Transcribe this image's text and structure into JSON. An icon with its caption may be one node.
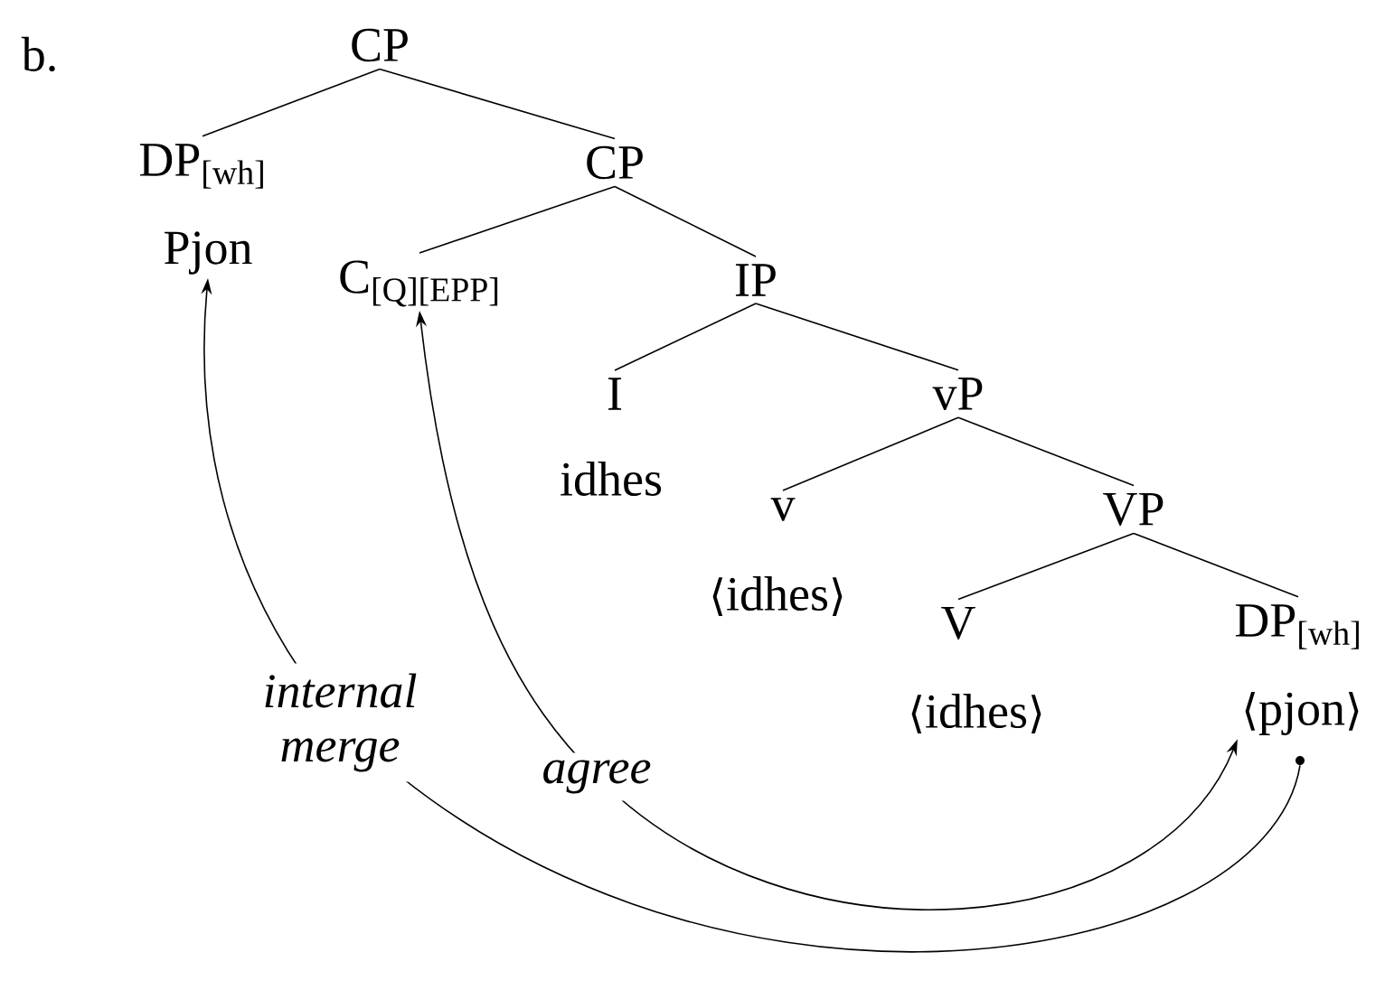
{
  "diagram": {
    "nodes": [
      {
        "text": [
          "CP"
        ]
      },
      {
        "text": [
          "DP$_{[wh]}$"
        ]
      },
      {
        "text": [
          "Pjon"
        ]
      },
      {
        "text": [
          "CP"
        ]
      },
      {
        "text": [
          "C$_{[Q][EPP]}$"
        ]
      },
      {
        "text": [
          "IP"
        ]
      },
      {
        "text": [
          "I"
        ]
      },
      {
        "text": [
          "idhes"
        ]
      },
      {
        "text": [
          "vP"
        ]
      },
      {
        "text": [
          "v"
        ]
      },
      {
        "text": [
          "⟨idhes⟩"
        ]
      },
      {
        "text": [
          "VP"
        ]
      },
      {
        "text": [
          "V"
        ]
      },
      {
        "text": [
          "DP$_{[wh]}$"
        ]
      },
      {
        "text": [
          "⟨idhes⟩"
        ]
      },
      {
        "text": [
          "⟨pjon⟩"
        ]
      },
      {
        "text": [],
        "shape": "circle"
      }
    ],
    "edges": [
      {
        "from": 0,
        "to": 1,
        "arrow": "none"
      },
      {
        "from": 0,
        "to": 3,
        "arrow": "none"
      },
      {
        "from": 3,
        "to": 4,
        "arrow": "none"
      },
      {
        "from": 3,
        "to": 5,
        "arrow": "none"
      },
      {
        "from": 5,
        "to": 6,
        "arrow": "none"
      },
      {
        "from": 5,
        "to": 8,
        "arrow": "none"
      },
      {
        "from": 8,
        "to": 9,
        "arrow": "none"
      },
      {
        "from": 8,
        "to": 11,
        "arrow": "none"
      },
      {
        "from": 11,
        "to": 12,
        "arrow": "none"
      },
      {
        "from": 11,
        "to": 13,
        "arrow": "none"
      },
      {
        "from": 16,
        "to": 2,
        "arrow": "to",
        "label": "internal merge"
      },
      {
        "from": 4,
        "to": 15,
        "arrow": "both",
        "label": "agree"
      }
    ],
    "labels": [
      "b."
    ]
  }
}
